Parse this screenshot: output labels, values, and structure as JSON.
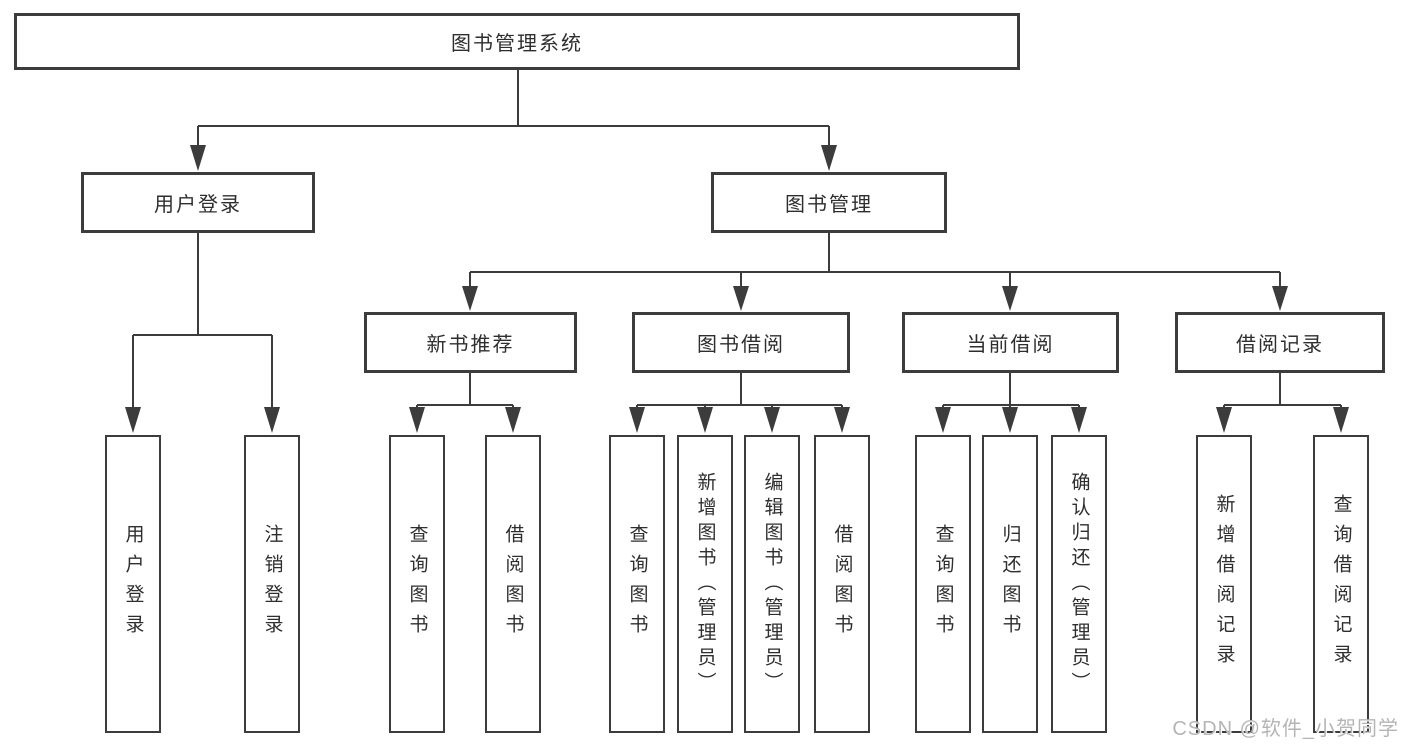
{
  "diagram": {
    "root": {
      "label": "图书管理系统"
    },
    "level2": [
      {
        "label": "用户登录"
      },
      {
        "label": "图书管理"
      }
    ],
    "level3": [
      {
        "label": "新书推荐"
      },
      {
        "label": "图书借阅"
      },
      {
        "label": "当前借阅"
      },
      {
        "label": "借阅记录"
      }
    ],
    "leaves": [
      {
        "label": "用户登录"
      },
      {
        "label": "注销登录"
      },
      {
        "label": "查询图书"
      },
      {
        "label": "借阅图书"
      },
      {
        "label": "查询图书"
      },
      {
        "label": "新增图书（管理员）"
      },
      {
        "label": "编辑图书（管理员）"
      },
      {
        "label": "借阅图书"
      },
      {
        "label": "查询图书"
      },
      {
        "label": "归还图书"
      },
      {
        "label": "确认归还（管理员）"
      },
      {
        "label": "新增借阅记录"
      },
      {
        "label": "查询借阅记录"
      }
    ]
  },
  "watermark": {
    "text": "CSDN @软件_小贺同学"
  },
  "colors": {
    "line": "#3c3c3c",
    "box_border": "#3c3c3c",
    "text": "#2e2e2e",
    "background": "#ffffff",
    "watermark": "#b5b5b5"
  }
}
